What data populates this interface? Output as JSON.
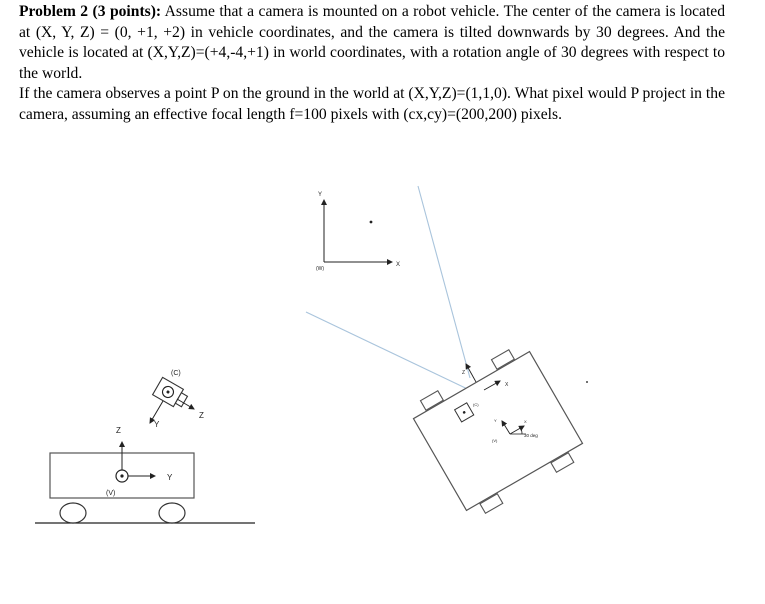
{
  "problem": {
    "heading": "Problem 2 (3 points):",
    "paragraph1": " Assume that a camera is mounted on a robot vehicle. The center of the camera is located at (X, Y, Z) = (0, +1, +2) in vehicle coordinates, and the camera is tilted downwards by 30 degrees. And the vehicle is located at (X,Y,Z)=(+4,-4,+1) in world coordinates, with a rotation angle of 30 degrees with respect to the world.",
    "paragraph2": "If the camera observes a point P on the ground in the world at (X,Y,Z)=(1,1,0). What pixel would P project in the camera, assuming an effective focal length f=100 pixels with (cx,cy)=(200,200) pixels."
  },
  "side_view": {
    "camera_frame_label": "(C)",
    "camera_z_label": "Z",
    "camera_y_label": "Y",
    "vehicle_z_label": "Z",
    "vehicle_y_label": "Y",
    "vehicle_frame_label": "(V)"
  },
  "top_view": {
    "world_y_label": "Y",
    "world_x_label": "X",
    "world_frame_label": "(W)",
    "camera_z_label": "Z",
    "camera_x_label": "X",
    "camera_frame_label": "(C)",
    "vehicle_y_label": "Y",
    "vehicle_x_label": "X",
    "vehicle_frame_label": "(V)",
    "angle_label": "30 deg"
  },
  "colors": {
    "sight_line": "#a9c4dc",
    "ink": "#222222"
  }
}
